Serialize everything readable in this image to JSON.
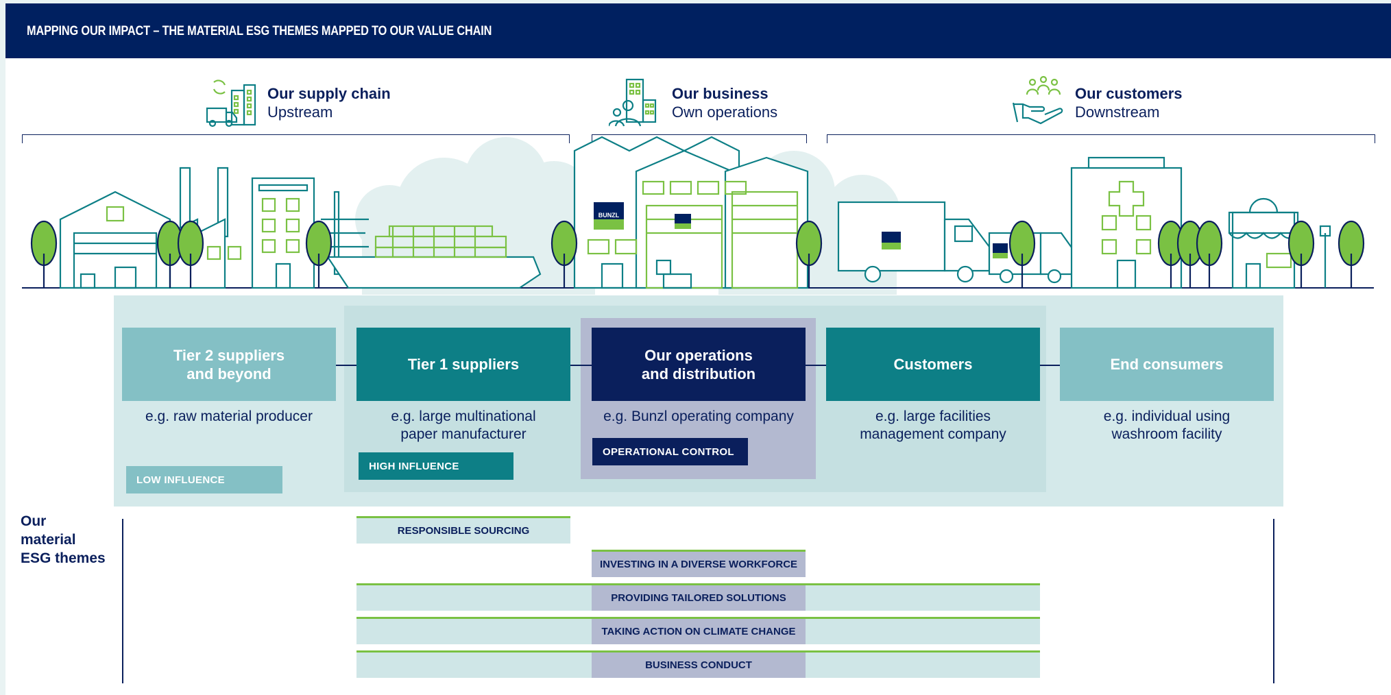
{
  "header": {
    "title": "MAPPING OUR IMPACT – THE MATERIAL ESG THEMES MAPPED TO OUR VALUE CHAIN"
  },
  "sections": {
    "supply_chain": {
      "title": "Our supply chain",
      "subtitle": "Upstream",
      "icon": "supply-chain-icon"
    },
    "business": {
      "title": "Our business",
      "subtitle": "Own operations",
      "icon": "business-buildings-icon"
    },
    "customers": {
      "title": "Our customers",
      "subtitle": "Downstream",
      "icon": "customers-hand-icon"
    }
  },
  "scene": {
    "brand_label": "BUNZL"
  },
  "value_chain": [
    {
      "label": "Tier 2 suppliers\nand beyond",
      "description": "e.g. raw material producer",
      "color": "#84c0c5"
    },
    {
      "label": "Tier 1 suppliers",
      "description": "e.g. large multinational\npaper manufacturer",
      "color": "#0d7f86"
    },
    {
      "label": "Our operations\nand distribution",
      "description": "e.g. Bunzl operating company",
      "color": "#0a1f5c"
    },
    {
      "label": "Customers",
      "description": "e.g. large facilities\nmanagement company",
      "color": "#0d7f86"
    },
    {
      "label": "End consumers",
      "description": "e.g. individual using\nwashroom facility",
      "color": "#84c0c5"
    }
  ],
  "influence": {
    "low": "LOW INFLUENCE",
    "high": "HIGH INFLUENCE",
    "control": "OPERATIONAL CONTROL"
  },
  "themes": {
    "label": "Our\nmaterial\nESG themes",
    "items": [
      "RESPONSIBLE SOURCING",
      "INVESTING IN A DIVERSE WORKFORCE",
      "PROVIDING TAILORED SOLUTIONS",
      "TAKING ACTION ON CLIMATE CHANGE",
      "BUSINESS CONDUCT"
    ]
  },
  "colors": {
    "navy": "#002060",
    "teal": "#0d7f86",
    "light_teal": "#84c0c5",
    "green": "#7ac143",
    "pale_teal": "#cfe6e7",
    "lavender": "#b3b9d0"
  }
}
